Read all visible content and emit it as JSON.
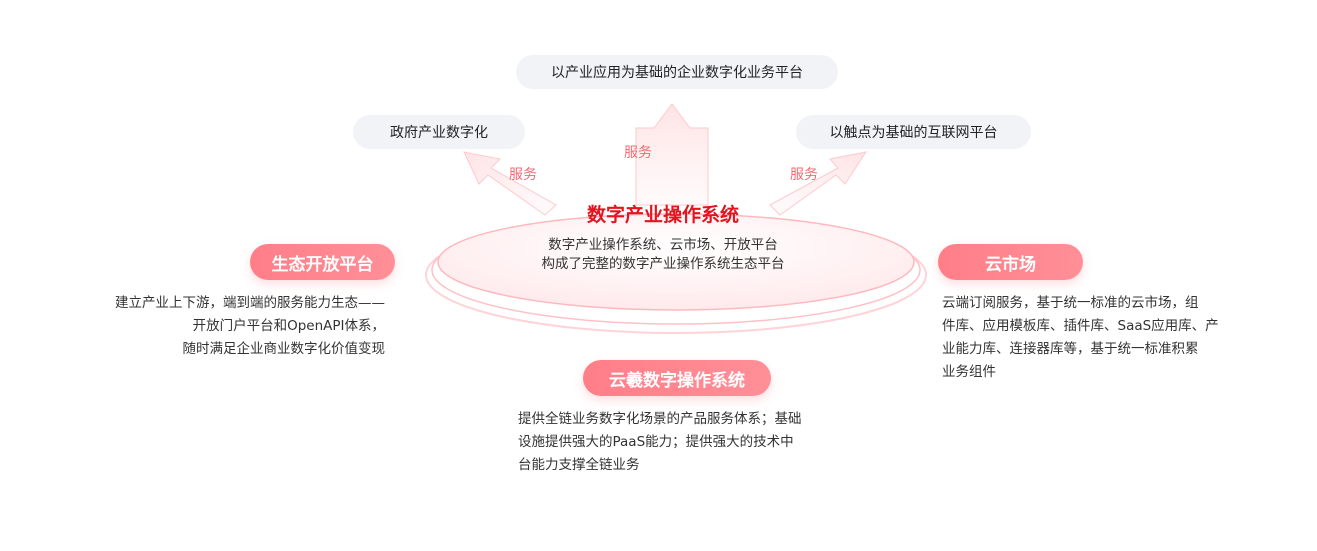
{
  "top_platforms": {
    "center": "以产业应用为基础的企业数字化业务平台",
    "left": "政府产业数字化",
    "right": "以触点为基础的互联网平台"
  },
  "service_labels": {
    "left": "服务",
    "center": "服务",
    "right": "服务"
  },
  "core": {
    "title": "数字产业操作系统",
    "desc_lines": [
      "数字产业操作系统、云市场、开放平台",
      "构成了完整的数字产业操作系统生态平台"
    ]
  },
  "ecosystem_platform": {
    "title": "生态开放平台",
    "desc_lines": [
      "建立产业上下游，端到端的服务能力生态——",
      "开放门户平台和OpenAPI体系，",
      "随时满足企业商业数字化价值变现"
    ]
  },
  "cloud_market": {
    "title": "云市场",
    "desc_lines": [
      "云端订阅服务，基于统一标准的云市场，组",
      "件库、应用模板库、插件库、SaaS应用库、产",
      "业能力库、连接器库等，基于统一标准积累",
      "业务组件"
    ]
  },
  "yunyi_os": {
    "title": "云羲数字操作系统",
    "desc_lines": [
      "提供全链业务数字化场景的产品服务体系；基础",
      "设施提供强大的PaaS能力；提供强大的技术中",
      "台能力支撑全链业务"
    ]
  },
  "colors": {
    "accent_red": "#e3141f",
    "pill_red": "#ff8a93",
    "pill_grey": "#f2f3f7",
    "service_text": "#ef6b74"
  }
}
